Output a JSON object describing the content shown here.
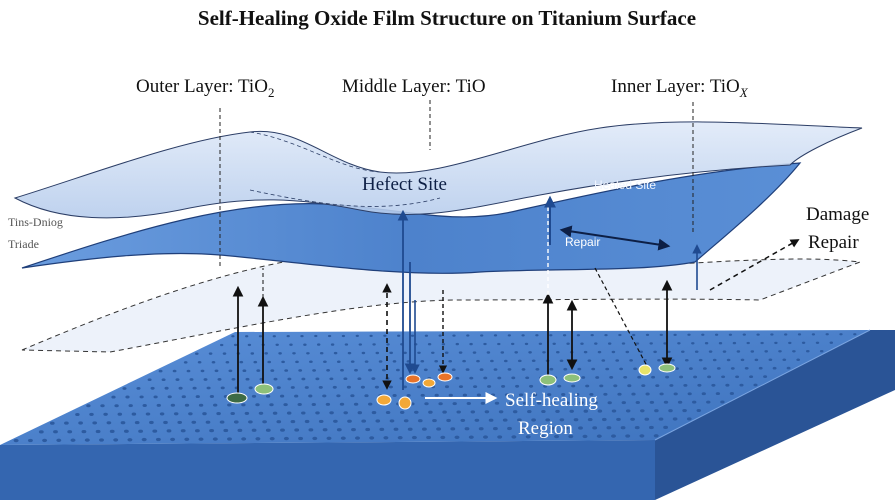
{
  "title": "Self-Healing Oxide Film Structure on Titanium Surface",
  "layers": {
    "outer": {
      "label": "Outer Layer: TiO",
      "sub": "2"
    },
    "middle": {
      "label": "Middle Layer: TiO"
    },
    "inner": {
      "label": "Inner Layer: TiO",
      "sub": "X"
    }
  },
  "annotations": {
    "defect_site": "Hefect Site",
    "healed_site": "Healed Site",
    "repair": "Repair",
    "side_label_line1": "Tins-Dniog",
    "side_label_line2": "Triade",
    "damage_repair_line1": "Damage",
    "damage_repair_line2": "Repair",
    "self_healing_line1": "Self-healing",
    "self_healing_line2": "Region"
  },
  "colors": {
    "substrate_top": "#4a7fc8",
    "substrate_front": "#3466b0",
    "substrate_side": "#2a5496",
    "middle_film": "#5b8fd6",
    "outer_film": "#c9daf3",
    "dot": "#2d5ba0",
    "particle_green": "#8dc07a",
    "particle_dark_green": "#3d6b45",
    "particle_orange": "#f2a838",
    "particle_red_orange": "#e8732a",
    "arrow": "#111111"
  }
}
